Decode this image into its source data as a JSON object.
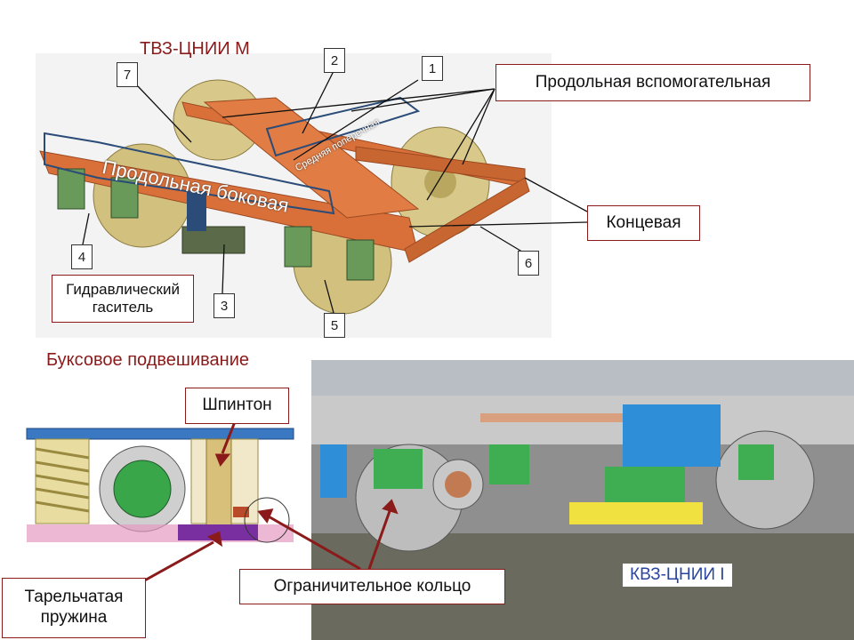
{
  "titles": {
    "tvz": "ТВЗ-ЦНИИ М",
    "bukse": "Буксовое подвешивание",
    "kvz": "КВЗ-ЦНИИ I"
  },
  "labels": {
    "prod_vspom": "Продольная вспомогательная",
    "prod_bok": "Продольная боковая",
    "srednyaya": "Средняя поперечная",
    "koncevaya": "Концевая",
    "gidr": "Гидравлический гаситель",
    "shpinton": "Шпинтон",
    "tarel": "Тарельчатая пружина",
    "ogran": "Ограничительное кольцо"
  },
  "numbers": [
    "1",
    "2",
    "3",
    "4",
    "5",
    "6",
    "7"
  ],
  "colors": {
    "accent": "#8b1a1a",
    "frame": "#d9703a",
    "wheel": "#d8c98a",
    "spring_green": "#3aa64a",
    "kvz_text": "#2a45a0"
  }
}
